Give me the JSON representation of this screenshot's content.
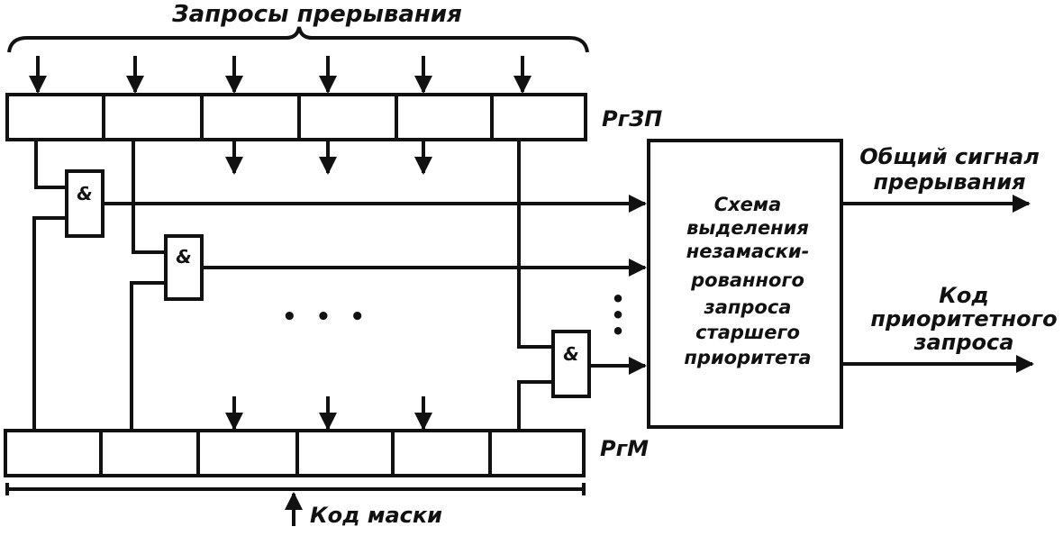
{
  "labels": {
    "interrupt_requests": "Запросы прерывания",
    "request_register": "РгЗП",
    "mask_register": "РгМ",
    "mask_code": "Код маски",
    "general_signal": [
      "Общий сигнал",
      "прерывания"
    ],
    "priority_code": [
      "Код",
      "приоритетного",
      "запроса"
    ]
  },
  "priority_block": {
    "lines": [
      "Схема",
      "выделения",
      "незамаски-",
      "рованного",
      "запроса",
      "старшего",
      "приоритета"
    ]
  },
  "gate_symbol": "&",
  "register_cells": 6,
  "ellipsis_h": "• • •",
  "ellipsis_v": "•"
}
